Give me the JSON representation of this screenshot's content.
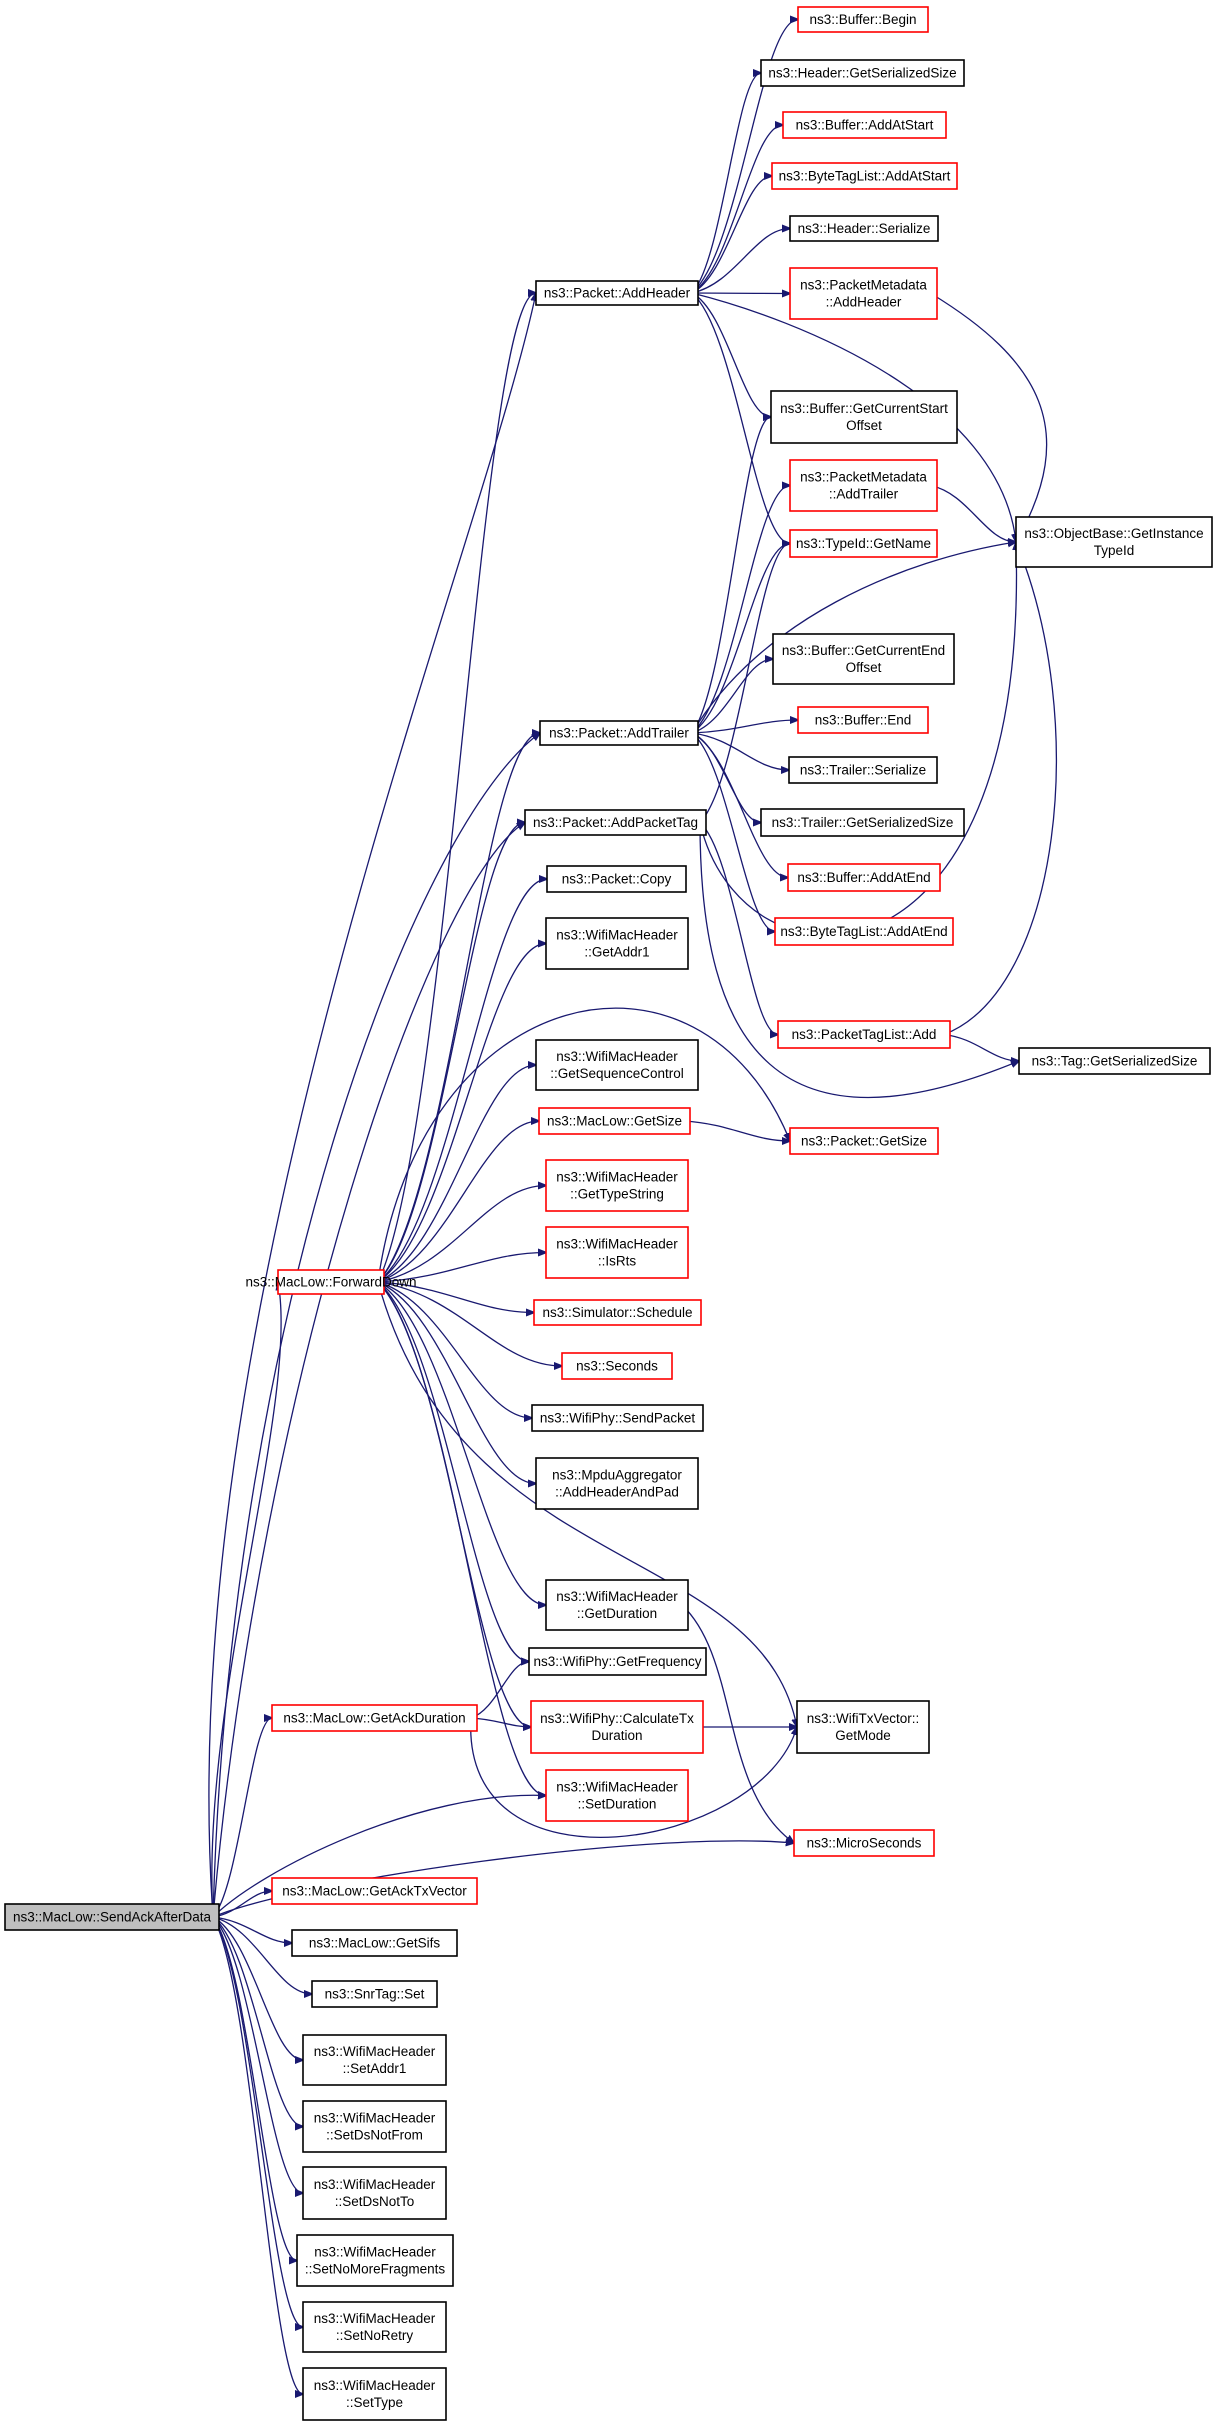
{
  "nodes": [
    {
      "id": "root",
      "lines": [
        "ns3::MacLow::SendAckAfterData"
      ],
      "border": "black",
      "root": true
    },
    {
      "id": "forwardDown",
      "lines": [
        "ns3::MacLow::ForwardDown"
      ],
      "border": "red"
    },
    {
      "id": "addHeader",
      "lines": [
        "ns3::Packet::AddHeader"
      ],
      "border": "black"
    },
    {
      "id": "addTrailer",
      "lines": [
        "ns3::Packet::AddTrailer"
      ],
      "border": "black"
    },
    {
      "id": "addPacketTag",
      "lines": [
        "ns3::Packet::AddPacketTag"
      ],
      "border": "black"
    },
    {
      "id": "bufBegin",
      "lines": [
        "ns3::Buffer::Begin"
      ],
      "border": "red"
    },
    {
      "id": "hdrGetSerSize",
      "lines": [
        "ns3::Header::GetSerializedSize"
      ],
      "border": "black"
    },
    {
      "id": "bufAddAtStart",
      "lines": [
        "ns3::Buffer::AddAtStart"
      ],
      "border": "red"
    },
    {
      "id": "btlAddAtStart",
      "lines": [
        "ns3::ByteTagList::AddAtStart"
      ],
      "border": "red"
    },
    {
      "id": "hdrSerialize",
      "lines": [
        "ns3::Header::Serialize"
      ],
      "border": "black"
    },
    {
      "id": "pmAddHeader",
      "lines": [
        "ns3::PacketMetadata",
        "::AddHeader"
      ],
      "border": "red"
    },
    {
      "id": "bufGetCurStart",
      "lines": [
        "ns3::Buffer::GetCurrentStart",
        "Offset"
      ],
      "border": "black"
    },
    {
      "id": "pmAddTrailer",
      "lines": [
        "ns3::PacketMetadata",
        "::AddTrailer"
      ],
      "border": "red"
    },
    {
      "id": "typeIdGetName",
      "lines": [
        "ns3::TypeId::GetName"
      ],
      "border": "red"
    },
    {
      "id": "objGetInstTypeId",
      "lines": [
        "ns3::ObjectBase::GetInstance",
        "TypeId"
      ],
      "border": "black"
    },
    {
      "id": "bufGetCurEnd",
      "lines": [
        "ns3::Buffer::GetCurrentEnd",
        "Offset"
      ],
      "border": "black"
    },
    {
      "id": "bufEnd",
      "lines": [
        "ns3::Buffer::End"
      ],
      "border": "red"
    },
    {
      "id": "trlSerialize",
      "lines": [
        "ns3::Trailer::Serialize"
      ],
      "border": "black"
    },
    {
      "id": "trlGetSerSize",
      "lines": [
        "ns3::Trailer::GetSerializedSize"
      ],
      "border": "black"
    },
    {
      "id": "bufAddAtEnd",
      "lines": [
        "ns3::Buffer::AddAtEnd"
      ],
      "border": "red"
    },
    {
      "id": "btlAddAtEnd",
      "lines": [
        "ns3::ByteTagList::AddAtEnd"
      ],
      "border": "red"
    },
    {
      "id": "ptlAdd",
      "lines": [
        "ns3::PacketTagList::Add"
      ],
      "border": "red"
    },
    {
      "id": "tagGetSerSize",
      "lines": [
        "ns3::Tag::GetSerializedSize"
      ],
      "border": "black"
    },
    {
      "id": "pktCopy",
      "lines": [
        "ns3::Packet::Copy"
      ],
      "border": "black"
    },
    {
      "id": "wmhGetAddr1",
      "lines": [
        "ns3::WifiMacHeader",
        "::GetAddr1"
      ],
      "border": "black"
    },
    {
      "id": "wmhGetSeqCtrl",
      "lines": [
        "ns3::WifiMacHeader",
        "::GetSequenceControl"
      ],
      "border": "black"
    },
    {
      "id": "mlGetSize",
      "lines": [
        "ns3::MacLow::GetSize"
      ],
      "border": "red"
    },
    {
      "id": "pktGetSize",
      "lines": [
        "ns3::Packet::GetSize"
      ],
      "border": "red"
    },
    {
      "id": "wmhGetTypeString",
      "lines": [
        "ns3::WifiMacHeader",
        "::GetTypeString"
      ],
      "border": "red"
    },
    {
      "id": "wmhIsRts",
      "lines": [
        "ns3::WifiMacHeader",
        "::IsRts"
      ],
      "border": "red"
    },
    {
      "id": "simSchedule",
      "lines": [
        "ns3::Simulator::Schedule"
      ],
      "border": "red"
    },
    {
      "id": "seconds",
      "lines": [
        "ns3::Seconds"
      ],
      "border": "red"
    },
    {
      "id": "wpSendPacket",
      "lines": [
        "ns3::WifiPhy::SendPacket"
      ],
      "border": "black"
    },
    {
      "id": "mpduAddHdrPad",
      "lines": [
        "ns3::MpduAggregator",
        "::AddHeaderAndPad"
      ],
      "border": "black"
    },
    {
      "id": "wmhGetDuration",
      "lines": [
        "ns3::WifiMacHeader",
        "::GetDuration"
      ],
      "border": "black"
    },
    {
      "id": "wpGetFreq",
      "lines": [
        "ns3::WifiPhy::GetFrequency"
      ],
      "border": "black"
    },
    {
      "id": "mlGetAckDuration",
      "lines": [
        "ns3::MacLow::GetAckDuration"
      ],
      "border": "red"
    },
    {
      "id": "wpCalcTxDur",
      "lines": [
        "ns3::WifiPhy::CalculateTx",
        "Duration"
      ],
      "border": "red"
    },
    {
      "id": "wtxGetMode",
      "lines": [
        "ns3::WifiTxVector::",
        "GetMode"
      ],
      "border": "black"
    },
    {
      "id": "wmhSetDuration",
      "lines": [
        "ns3::WifiMacHeader",
        "::SetDuration"
      ],
      "border": "red"
    },
    {
      "id": "microSeconds",
      "lines": [
        "ns3::MicroSeconds"
      ],
      "border": "red"
    },
    {
      "id": "mlGetAckTxVector",
      "lines": [
        "ns3::MacLow::GetAckTxVector"
      ],
      "border": "red"
    },
    {
      "id": "mlGetSifs",
      "lines": [
        "ns3::MacLow::GetSifs"
      ],
      "border": "black"
    },
    {
      "id": "snrTagSet",
      "lines": [
        "ns3::SnrTag::Set"
      ],
      "border": "black"
    },
    {
      "id": "wmhSetAddr1",
      "lines": [
        "ns3::WifiMacHeader",
        "::SetAddr1"
      ],
      "border": "black"
    },
    {
      "id": "wmhSetDsNotFrom",
      "lines": [
        "ns3::WifiMacHeader",
        "::SetDsNotFrom"
      ],
      "border": "black"
    },
    {
      "id": "wmhSetDsNotTo",
      "lines": [
        "ns3::WifiMacHeader",
        "::SetDsNotTo"
      ],
      "border": "black"
    },
    {
      "id": "wmhSetNoMoreFrag",
      "lines": [
        "ns3::WifiMacHeader",
        "::SetNoMoreFragments"
      ],
      "border": "black"
    },
    {
      "id": "wmhSetNoRetry",
      "lines": [
        "ns3::WifiMacHeader",
        "::SetNoRetry"
      ],
      "border": "black"
    },
    {
      "id": "wmhSetType",
      "lines": [
        "ns3::WifiMacHeader",
        "::SetType"
      ],
      "border": "black"
    }
  ],
  "edges": [
    [
      "root",
      "addHeader"
    ],
    [
      "root",
      "addTrailer"
    ],
    [
      "root",
      "addPacketTag"
    ],
    [
      "root",
      "forwardDown"
    ],
    [
      "root",
      "mlGetAckDuration"
    ],
    [
      "root",
      "wmhSetDuration"
    ],
    [
      "root",
      "microSeconds"
    ],
    [
      "root",
      "mlGetAckTxVector"
    ],
    [
      "root",
      "mlGetSifs"
    ],
    [
      "root",
      "snrTagSet"
    ],
    [
      "root",
      "wmhSetAddr1"
    ],
    [
      "root",
      "wmhSetDsNotFrom"
    ],
    [
      "root",
      "wmhSetDsNotTo"
    ],
    [
      "root",
      "wmhSetNoMoreFrag"
    ],
    [
      "root",
      "wmhSetNoRetry"
    ],
    [
      "root",
      "wmhSetType"
    ],
    [
      "addHeader",
      "bufBegin"
    ],
    [
      "addHeader",
      "hdrGetSerSize"
    ],
    [
      "addHeader",
      "bufAddAtStart"
    ],
    [
      "addHeader",
      "btlAddAtStart"
    ],
    [
      "addHeader",
      "hdrSerialize"
    ],
    [
      "addHeader",
      "pmAddHeader"
    ],
    [
      "addHeader",
      "bufGetCurStart"
    ],
    [
      "addHeader",
      "typeIdGetName"
    ],
    [
      "addHeader",
      "objGetInstTypeId"
    ],
    [
      "pmAddHeader",
      "objGetInstTypeId"
    ],
    [
      "pmAddTrailer",
      "objGetInstTypeId"
    ],
    [
      "addTrailer",
      "bufGetCurStart"
    ],
    [
      "addTrailer",
      "pmAddTrailer"
    ],
    [
      "addTrailer",
      "typeIdGetName"
    ],
    [
      "addTrailer",
      "objGetInstTypeId"
    ],
    [
      "addTrailer",
      "bufGetCurEnd"
    ],
    [
      "addTrailer",
      "bufEnd"
    ],
    [
      "addTrailer",
      "trlSerialize"
    ],
    [
      "addTrailer",
      "trlGetSerSize"
    ],
    [
      "addTrailer",
      "bufAddAtEnd"
    ],
    [
      "addTrailer",
      "btlAddAtEnd"
    ],
    [
      "addPacketTag",
      "typeIdGetName"
    ],
    [
      "addPacketTag",
      "ptlAdd"
    ],
    [
      "addPacketTag",
      "objGetInstTypeId"
    ],
    [
      "addPacketTag",
      "tagGetSerSize"
    ],
    [
      "ptlAdd",
      "tagGetSerSize"
    ],
    [
      "ptlAdd",
      "objGetInstTypeId"
    ],
    [
      "forwardDown",
      "addHeader"
    ],
    [
      "forwardDown",
      "addTrailer"
    ],
    [
      "forwardDown",
      "addPacketTag"
    ],
    [
      "forwardDown",
      "pktCopy"
    ],
    [
      "forwardDown",
      "wmhGetAddr1"
    ],
    [
      "forwardDown",
      "wmhGetSeqCtrl"
    ],
    [
      "forwardDown",
      "mlGetSize"
    ],
    [
      "forwardDown",
      "pktGetSize"
    ],
    [
      "forwardDown",
      "wmhGetTypeString"
    ],
    [
      "forwardDown",
      "wmhIsRts"
    ],
    [
      "forwardDown",
      "simSchedule"
    ],
    [
      "forwardDown",
      "seconds"
    ],
    [
      "forwardDown",
      "wpSendPacket"
    ],
    [
      "forwardDown",
      "mpduAddHdrPad"
    ],
    [
      "forwardDown",
      "wmhGetDuration"
    ],
    [
      "forwardDown",
      "wpGetFreq"
    ],
    [
      "forwardDown",
      "wpCalcTxDur"
    ],
    [
      "forwardDown",
      "wtxGetMode"
    ],
    [
      "forwardDown",
      "wmhSetDuration"
    ],
    [
      "mlGetSize",
      "pktGetSize"
    ],
    [
      "wmhGetDuration",
      "microSeconds"
    ],
    [
      "mlGetAckDuration",
      "wpGetFreq"
    ],
    [
      "mlGetAckDuration",
      "wpCalcTxDur"
    ],
    [
      "mlGetAckDuration",
      "wtxGetMode"
    ],
    [
      "wpCalcTxDur",
      "wtxGetMode"
    ]
  ]
}
